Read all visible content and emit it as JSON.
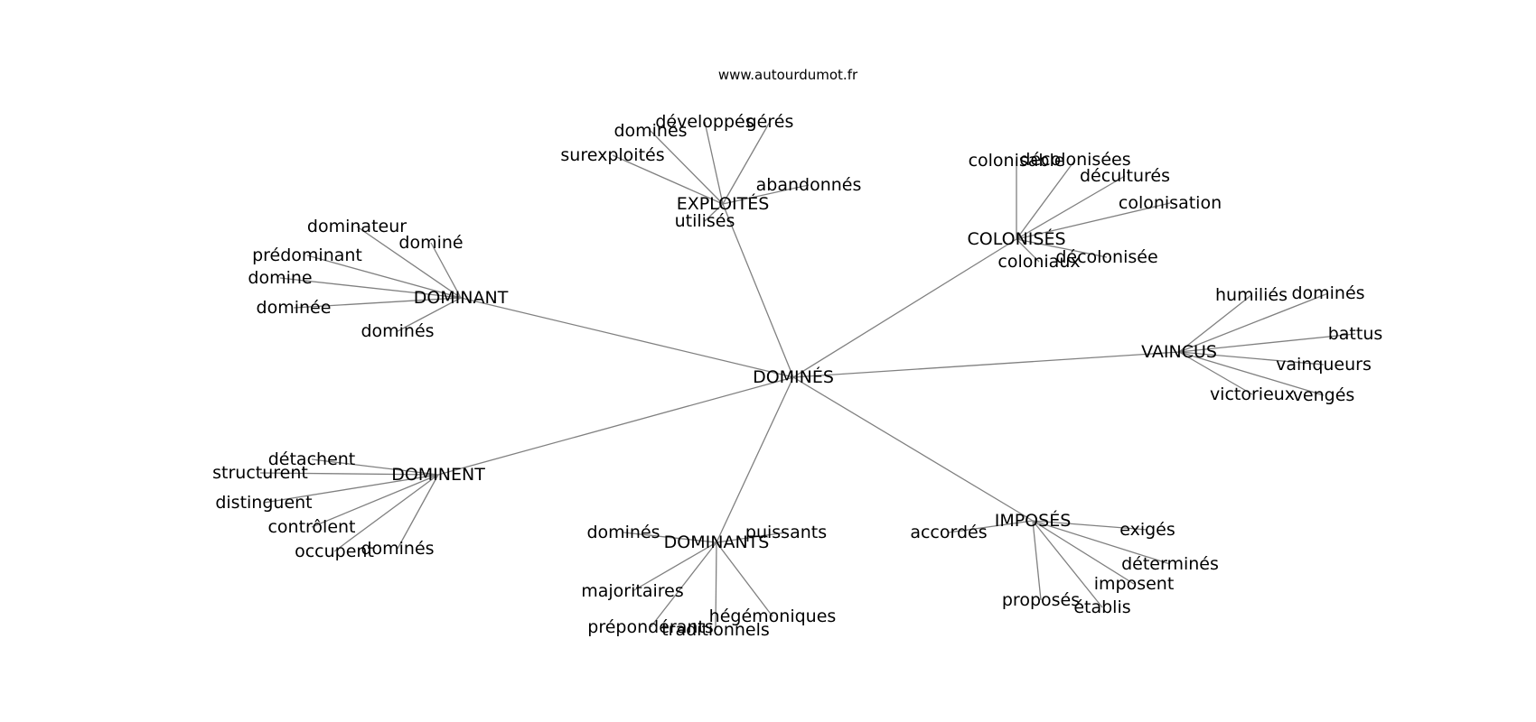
{
  "source": "www.autourdumot.fr",
  "graph": {
    "center": {
      "label": "DOMINÉS"
    },
    "clusters": [
      {
        "hub": "EXPLOITÉS",
        "leaves": [
          "dominés",
          "développés",
          "gérés",
          "surexploités",
          "abandonnés",
          "utilisés"
        ]
      },
      {
        "hub": "COLONISÉS",
        "leaves": [
          "colonisable",
          "décolonisées",
          "déculturés",
          "colonisation",
          "décolonisée",
          "coloniaux"
        ]
      },
      {
        "hub": "DOMINANT",
        "leaves": [
          "dominateur",
          "dominé",
          "prédominant",
          "domine",
          "dominée",
          "dominés"
        ]
      },
      {
        "hub": "VAINCUS",
        "leaves": [
          "humiliés",
          "dominés",
          "battus",
          "vainqueurs",
          "vengés",
          "victorieux"
        ]
      },
      {
        "hub": "DOMINENT",
        "leaves": [
          "détachent",
          "structurent",
          "distinguent",
          "contrôlent",
          "occupent",
          "dominés"
        ]
      },
      {
        "hub": "DOMINANTS",
        "leaves": [
          "dominés",
          "puissants",
          "majoritaires",
          "prépondérants",
          "traditionnels",
          "hégémoniques"
        ]
      },
      {
        "hub": "IMPOSÉS",
        "leaves": [
          "accordés",
          "exigés",
          "déterminés",
          "imposent",
          "établis",
          "proposés"
        ]
      }
    ]
  }
}
